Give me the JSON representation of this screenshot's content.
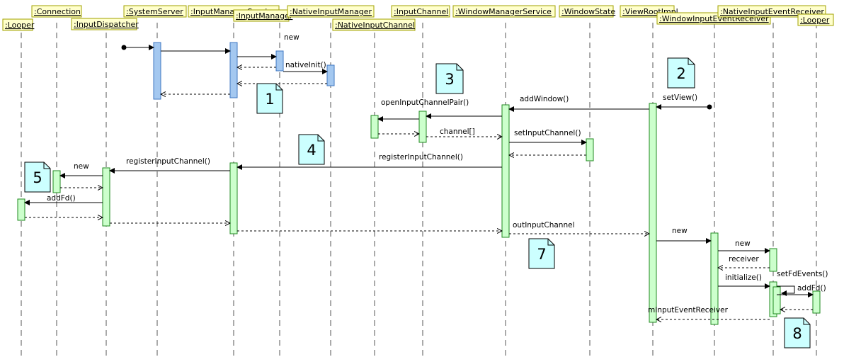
{
  "diagram": {
    "type": "sequence",
    "colors": {
      "participant_fill": "#ffffcc",
      "participant_border": "#a0a000",
      "activation_blue": "#a4c8f0",
      "activation_blue_border": "#3f77c2",
      "activation_green": "#ccffcc",
      "activation_green_border": "#208a20",
      "note_fill": "#ccffff",
      "lifeline": "#555555",
      "arrow": "#000000"
    },
    "participants": [
      {
        "id": "looper1",
        "label": ":Looper"
      },
      {
        "id": "connection",
        "label": ":Connection"
      },
      {
        "id": "dispatcher",
        "label": ":InputDispatcher"
      },
      {
        "id": "sysserver",
        "label": ":SystemServer"
      },
      {
        "id": "ims",
        "label": ":InputManagerService"
      },
      {
        "id": "im",
        "label": ":InputManager"
      },
      {
        "id": "nim",
        "label": ":NativeInputManager"
      },
      {
        "id": "nic",
        "label": ":NativeInputChannel"
      },
      {
        "id": "ic",
        "label": ":InputChannel"
      },
      {
        "id": "wms",
        "label": ":WindowManagerService"
      },
      {
        "id": "ws",
        "label": ":WindowState"
      },
      {
        "id": "vri",
        "label": ":ViewRootImpl"
      },
      {
        "id": "wier",
        "label": ":WindowInputEventReceiver"
      },
      {
        "id": "nier",
        "label": ":NativeInputEventReceiver"
      },
      {
        "id": "looper2",
        "label": ":Looper"
      }
    ],
    "messages": [
      {
        "label": ""
      },
      {
        "label": ""
      },
      {
        "label": "new"
      },
      {
        "label": ""
      },
      {
        "label": "nativeInit()"
      },
      {
        "label": ""
      },
      {
        "label": ""
      },
      {
        "label": "setView()"
      },
      {
        "label": "addWindow()"
      },
      {
        "label": "openInputChannelPair()"
      },
      {
        "label": ""
      },
      {
        "label": ""
      },
      {
        "label": "channel[]"
      },
      {
        "label": "setInputChannel()"
      },
      {
        "label": ""
      },
      {
        "label": "registerInputChannel()"
      },
      {
        "label": "registerInputChannel()"
      },
      {
        "label": "new"
      },
      {
        "label": ""
      },
      {
        "label": "addFd()"
      },
      {
        "label": ""
      },
      {
        "label": ""
      },
      {
        "label": ""
      },
      {
        "label": "outInputChannel"
      },
      {
        "label": "new"
      },
      {
        "label": "new"
      },
      {
        "label": "receiver"
      },
      {
        "label": "initialize()"
      },
      {
        "label": "setFdEvents()"
      },
      {
        "label": "addFd()"
      },
      {
        "label": ""
      },
      {
        "label": "mInputEventReceiver"
      }
    ],
    "notes": [
      {
        "label": "1"
      },
      {
        "label": "2"
      },
      {
        "label": "3"
      },
      {
        "label": "4"
      },
      {
        "label": "5"
      },
      {
        "label": "7"
      },
      {
        "label": "8"
      }
    ]
  }
}
